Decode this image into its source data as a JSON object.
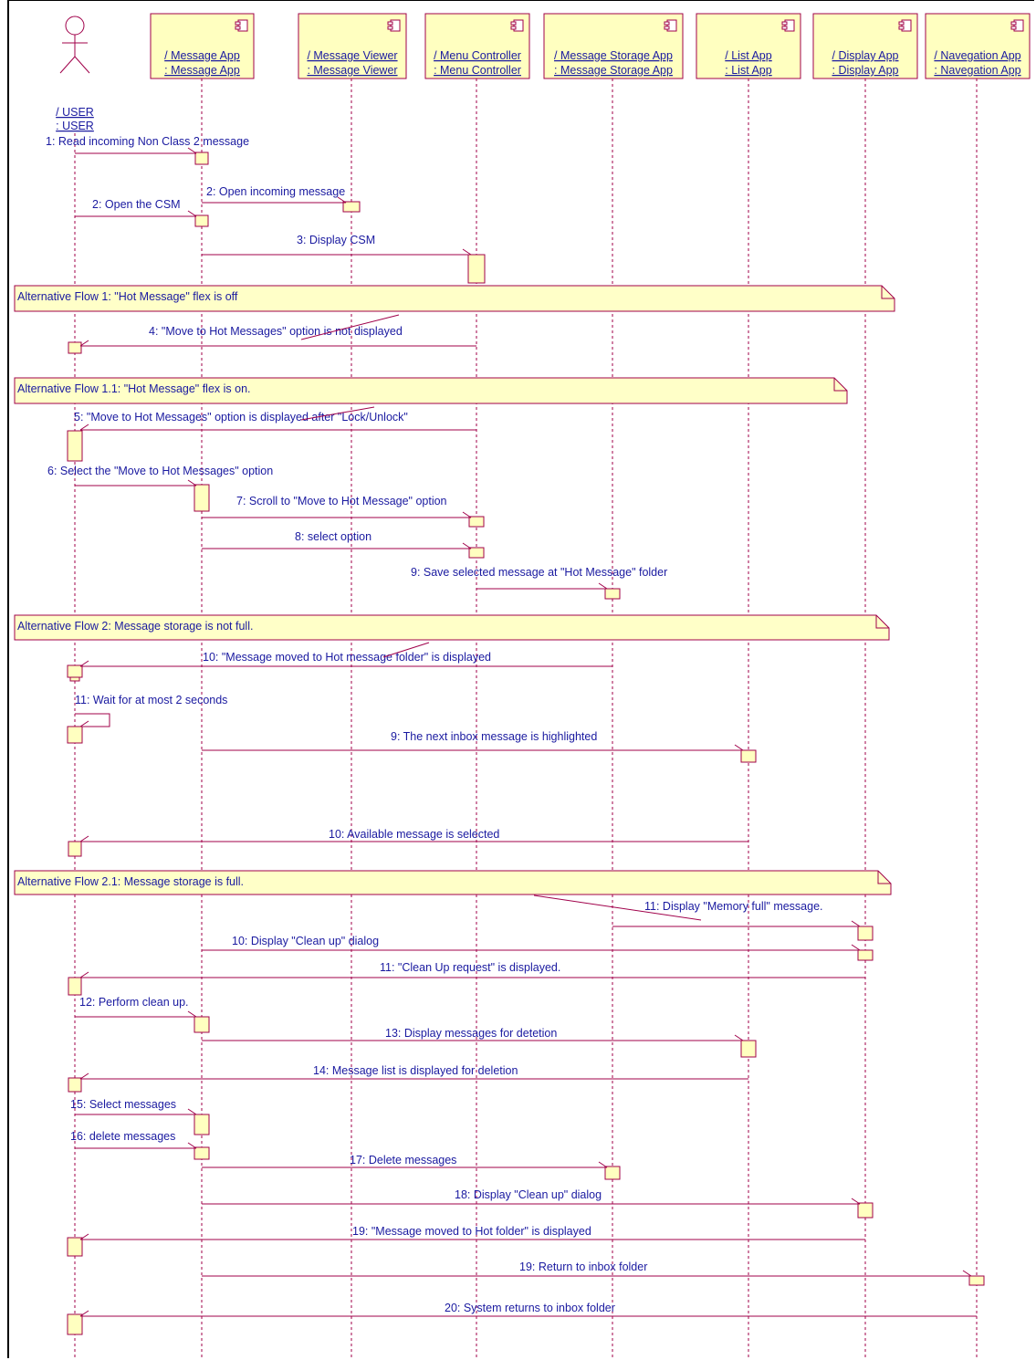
{
  "actor": {
    "name": "/ USER",
    "type": ": USER"
  },
  "lifelines": [
    {
      "name": "/ Message App",
      "type": ": Message App"
    },
    {
      "name": "/ Message Viewer",
      "type": ": Message Viewer"
    },
    {
      "name": "/ Menu Controller",
      "type": ": Menu Controller"
    },
    {
      "name": "/ Message Storage App",
      "type": ": Message Storage App"
    },
    {
      "name": "/ List App",
      "type": ": List App"
    },
    {
      "name": "/ Display App",
      "type": ": Display App"
    },
    {
      "name": "/ Navegation App",
      "type": ": Navegation App"
    }
  ],
  "notes": [
    "Alternative Flow 1: \"Hot Message\" flex is off",
    "Alternative Flow 1.1: \"Hot Message\" flex is on.",
    "Alternative Flow 2: Message storage is not full.",
    "Alternative Flow 2.1: Message storage is full."
  ],
  "messages": [
    "1: Read incoming Non Class 2 message",
    "2: Open incoming message",
    "2: Open the CSM",
    "3: Display CSM",
    "4: \"Move to Hot Messages\" option is not displayed",
    "5: \"Move to Hot Messages\" option is displayed after \"Lock/Unlock\"",
    "6: Select the \"Move to Hot Messages\" option",
    "7: Scroll to \"Move to Hot Message\" option",
    "8: select option",
    "9: Save selected message at \"Hot Message\" folder",
    "10: \"Message moved to Hot message folder\" is displayed",
    "11: Wait for at most 2 seconds",
    "9: The next inbox message is highlighted",
    "10: Available message is selected",
    "11: Display \"Memory full\" message.",
    "10: Display \"Clean up\" dialog",
    "11: \"Clean Up request\" is displayed.",
    "12: Perform clean up.",
    "13: Display messages for detetion",
    "14: Message list is displayed for deletion",
    "15: Select messages",
    "16: delete messages",
    "17: Delete messages",
    "18: Display \"Clean up\" dialog",
    "19: \"Message moved to Hot folder\" is displayed",
    "19: Return to inbox folder",
    "20: System returns to inbox folder"
  ],
  "colors": {
    "line": "#a0004a",
    "text": "#1a1aa0",
    "box_fill": "#ffffc0",
    "note_fill": "#ffffc8"
  }
}
